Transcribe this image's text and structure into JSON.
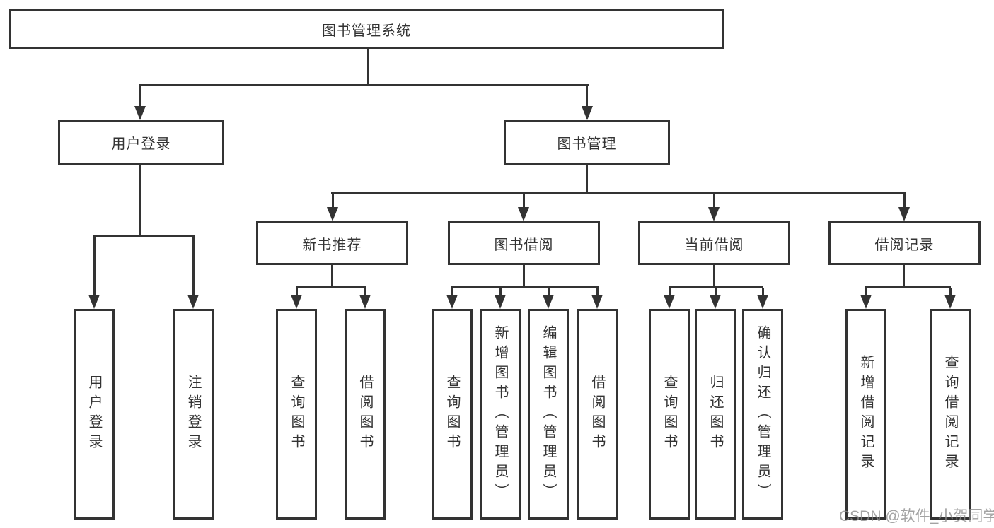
{
  "diagram": {
    "root": {
      "label": "图书管理系统"
    },
    "level2": [
      {
        "id": "user-login",
        "label": "用户登录"
      },
      {
        "id": "book-management",
        "label": "图书管理"
      }
    ],
    "level3": [
      {
        "id": "new-book-recommend",
        "label": "新书推荐"
      },
      {
        "id": "book-borrow",
        "label": "图书借阅"
      },
      {
        "id": "current-borrow",
        "label": "当前借阅"
      },
      {
        "id": "borrow-records",
        "label": "借阅记录"
      }
    ],
    "leaves": {
      "user_login": [
        {
          "label": "用户登录"
        },
        {
          "label": "注销登录"
        }
      ],
      "new_book_recommend": [
        {
          "label": "查询图书"
        },
        {
          "label": "借阅图书"
        }
      ],
      "book_borrow": [
        {
          "label": "查询图书"
        },
        {
          "label": "新增图书（管理员）"
        },
        {
          "label": "编辑图书（管理员）"
        },
        {
          "label": "借阅图书"
        }
      ],
      "current_borrow": [
        {
          "label": "查询图书"
        },
        {
          "label": "归还图书"
        },
        {
          "label": "确认归还（管理员）"
        }
      ],
      "borrow_records": [
        {
          "label": "新增借阅记录"
        },
        {
          "label": "查询借阅记录"
        }
      ]
    }
  },
  "watermark": {
    "text": "CSDN @软件_小贺同学"
  },
  "colors": {
    "line": "#333333",
    "text": "#333333",
    "box_background": "#ffffff",
    "watermark": "#8c8c8c"
  }
}
